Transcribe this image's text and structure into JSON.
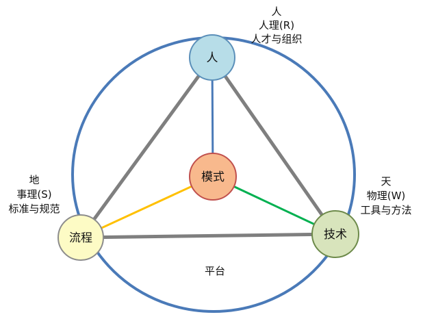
{
  "nodes": {
    "top": {
      "label": "人",
      "fill": "#b7dde8",
      "stroke": "#5b8fb9"
    },
    "center": {
      "label": "模式",
      "fill": "#f8b98d",
      "stroke": "#c0504d"
    },
    "left": {
      "label": "流程",
      "fill": "#fdfbc5",
      "stroke": "#8c8c8c"
    },
    "right": {
      "label": "技术",
      "fill": "#d8e4bc",
      "stroke": "#6d8a4a"
    }
  },
  "annotations": {
    "top": {
      "line1": "人",
      "line2": "人理(R)",
      "line3": "人才与组织"
    },
    "left": {
      "line1": "地",
      "line2": "事理(S)",
      "line3": "标准与规范"
    },
    "right": {
      "line1": "天",
      "line2": "物理(W)",
      "line3": "工具与方法"
    },
    "bottom": {
      "line1": "平台"
    }
  },
  "colors": {
    "outer_circle": "#4a7ab8",
    "triangle_edges": "#7f7f7f",
    "spoke_top": "#4a7ab8",
    "spoke_left": "#ffc000",
    "spoke_right": "#00b050"
  }
}
